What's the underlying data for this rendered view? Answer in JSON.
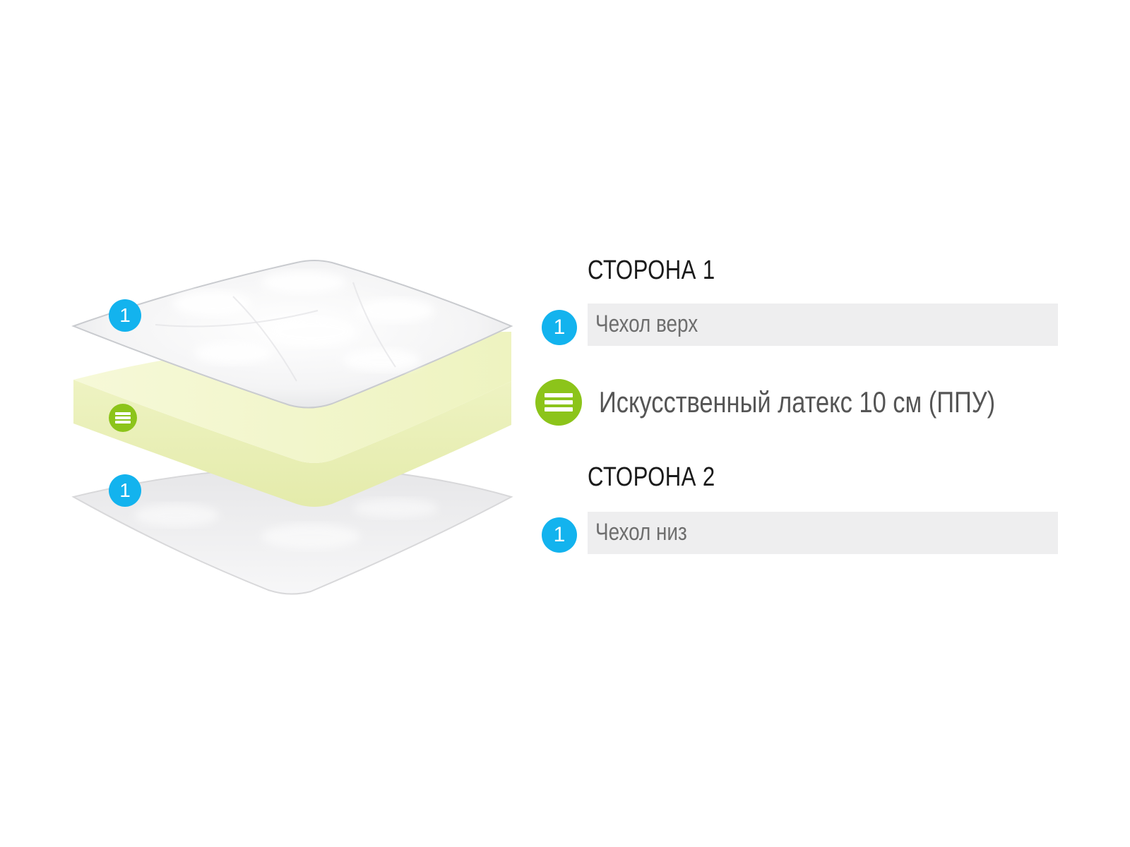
{
  "side1": {
    "title": "СТОРОНА 1",
    "layers": [
      {
        "badge": "1",
        "label": "Чехол верх",
        "icon": "number-badge-icon"
      }
    ]
  },
  "core": {
    "label": "Искусственный латекс 10 см (ППУ)",
    "icon": "stripes-layer-icon"
  },
  "side2": {
    "title": "СТОРОНА 2",
    "layers": [
      {
        "badge": "1",
        "label": "Чехол низ",
        "icon": "number-badge-icon"
      }
    ]
  },
  "illustration": {
    "top_badge": "1",
    "bottom_badge": "1"
  },
  "colors": {
    "cover_badge": "#13b3ee",
    "core_badge": "#8cc41a",
    "core_layer": "#f1f5c8",
    "label_bar": "#eeeeef"
  }
}
